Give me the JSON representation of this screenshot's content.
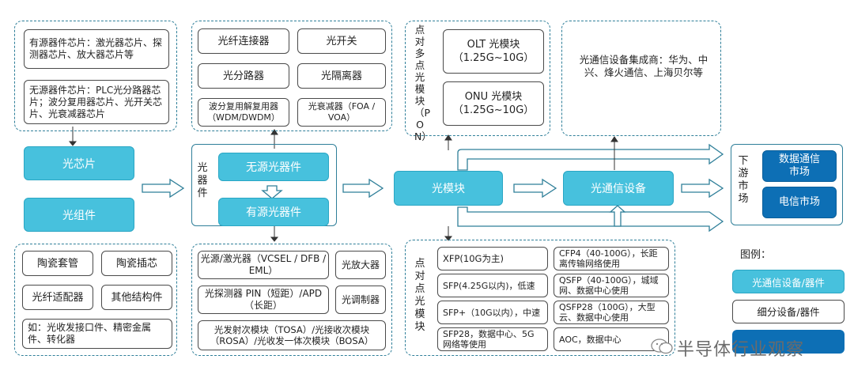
{
  "chip_source": "有源器件芯片：激光器芯片、探测器芯片、放大器芯片等",
  "chip_passive": "无源器件芯片：PLC光分路器芯片；波分复用器芯片、光开关芯片、光衰减器芯片",
  "optical_chip": "光芯片",
  "optical_component": "光组件",
  "components": [
    "陶瓷套管",
    "陶瓷插芯",
    "光纤适配器",
    "其他结构件",
    "如：光收发接口件、精密金属件、转化器"
  ],
  "passive_devices": [
    "光纤连接器",
    "光开关",
    "光分路器",
    "光隔离器",
    "波分复用解复用器（WDM/DWDM）",
    "光衰减器（FOA / VOA）"
  ],
  "device_label": "光器件",
  "passive_group": "无源光器件",
  "active_group": "有源光器件",
  "active_devices": {
    "laser": "光源/激光器（VCSEL / DFB / EML）",
    "amplifier": "光放大器",
    "detector": "光探测器 PIN（短距）/APD（长距）",
    "modulator": "光调制器",
    "tosa": "光发射次模块（TOSA）/光接收次模块（ROSA）/光收发一体次模块（BOSA）"
  },
  "pon_label": "点对多点光模块（PON）",
  "pon_modules": [
    "OLT 光模块 （1.25G~10G）",
    "ONU 光模块 （1.25G~10G）"
  ],
  "module": "光模块",
  "p2p_label": "点对点光模块",
  "p2p_modules": [
    "XFP(10G为主)",
    "CFP4（40-100G），长距离传输网络使用",
    "SFP(4.25G以内)，低速",
    "QSFP（40-100G），城域网、数据中心使用",
    "SFP+（10G以内），中速",
    "QSFP28（100G），大型云、数据中心使用",
    "SFP28，数据中心、5G网络等使用",
    "AOC，数据中心"
  ],
  "integrators": "光通信设备集成商：华为、中兴、烽火通信、上海贝尔等",
  "equipment": "光通信设备",
  "downstream_label": "下游市场",
  "markets": [
    "数据通信市场",
    "电信市场"
  ],
  "legend": {
    "title": "图例：",
    "item1": "光通信设备/器件",
    "item2": "细分设备/器件"
  },
  "watermark": "半导体行业观察",
  "colors": {
    "accent": "#47c1dd",
    "brand": "#0d6fb5",
    "border": "#2f7f99"
  }
}
